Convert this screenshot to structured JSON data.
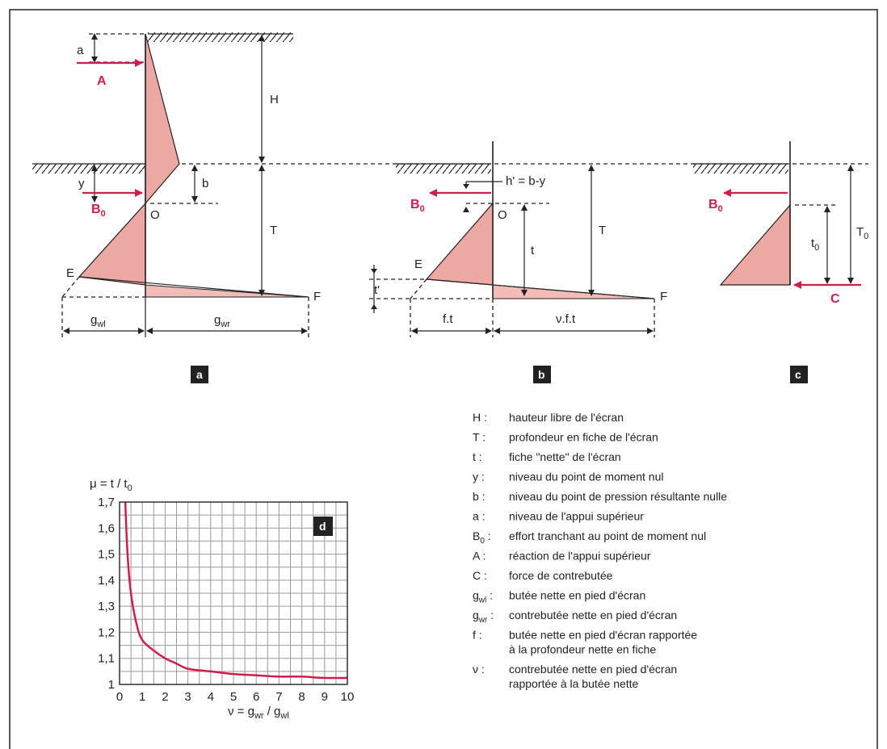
{
  "panel_a": {
    "badge": "a",
    "label_a": "a",
    "label_A": "A",
    "label_H": "H",
    "label_y": "y",
    "label_b": "b",
    "label_B": "B",
    "label_B_sub": "0",
    "label_O": "O",
    "label_T": "T",
    "label_E": "E",
    "label_F": "F",
    "label_gwl": "g",
    "label_gwl_sub": "wl",
    "label_gwr": "g",
    "label_gwr_sub": "wr"
  },
  "panel_b": {
    "badge": "b",
    "label_h": "h' = b-y",
    "label_B": "B",
    "label_B_sub": "0",
    "label_O": "O",
    "label_t": "t",
    "label_T": "T",
    "label_E": "E",
    "label_tprime": "t'",
    "label_F": "F",
    "label_ft": "f.t",
    "label_vft": "ν.f.t"
  },
  "panel_c": {
    "badge": "c",
    "label_B": "B",
    "label_B_sub": "0",
    "label_t0": "t",
    "label_t0_sub": "0",
    "label_T0": "T",
    "label_T0_sub": "0",
    "label_C": "C"
  },
  "panel_d": {
    "badge": "d",
    "ylabel_main": "μ = t / t",
    "ylabel_sub": "0",
    "xlabel_main": "ν = g",
    "xlabel_sub1": "wr",
    "xlabel_mid": " / g",
    "xlabel_sub2": "wl"
  },
  "chart_data": {
    "type": "line",
    "title": "",
    "ylabel": "μ = t / t0",
    "xlabel": "ν = gwr / gwl",
    "xlim": [
      0,
      10
    ],
    "ylim": [
      1,
      1.7
    ],
    "x_ticks": [
      "0",
      "1",
      "2",
      "3",
      "4",
      "5",
      "6",
      "7",
      "8",
      "9",
      "10"
    ],
    "y_ticks": [
      "1",
      "1,1",
      "1,2",
      "1,3",
      "1,4",
      "1,5",
      "1,6",
      "1,7"
    ],
    "grid": true,
    "series": [
      {
        "color": "#cc1f4a",
        "x": [
          0.25,
          0.35,
          0.5,
          0.75,
          1,
          1.5,
          2,
          2.5,
          3,
          4,
          5,
          6,
          7,
          8,
          9,
          10
        ],
        "y": [
          1.7,
          1.5,
          1.35,
          1.23,
          1.17,
          1.13,
          1.1,
          1.08,
          1.06,
          1.05,
          1.04,
          1.035,
          1.03,
          1.03,
          1.025,
          1.025
        ]
      }
    ]
  },
  "legend": [
    {
      "sym": "H :",
      "sub": "",
      "text": "hauteur libre de l'écran"
    },
    {
      "sym": "T :",
      "sub": "",
      "text": "profondeur en fiche de l'écran"
    },
    {
      "sym": "t :",
      "sub": "",
      "text": "fiche \"nette\" de l'écran"
    },
    {
      "sym": "y :",
      "sub": "",
      "text": "niveau du point de moment nul"
    },
    {
      "sym": "b :",
      "sub": "",
      "text": "niveau du point de pression résultante nulle"
    },
    {
      "sym": "a :",
      "sub": "",
      "text": "niveau de l'appui supérieur"
    },
    {
      "sym": "B",
      "sub": "0",
      "post": " :",
      "text": "effort tranchant au point de moment nul"
    },
    {
      "sym": "A :",
      "sub": "",
      "text": "réaction de l'appui supérieur"
    },
    {
      "sym": "C :",
      "sub": "",
      "text": "force de contrebutée"
    },
    {
      "sym": "g",
      "sub": "wl",
      "post": " :",
      "text": "butée nette en pied d'écran"
    },
    {
      "sym": "g",
      "sub": "wr",
      "post": " :",
      "text": "contrebutée nette en pied d'écran"
    },
    {
      "sym": "f :",
      "sub": "",
      "text": "butée nette en pied d'écran rapportée",
      "text2": "à la profondeur nette en fiche"
    },
    {
      "sym": "ν :",
      "sub": "",
      "text": "contrebutée nette en pied d'écran",
      "text2": "rapportée à la butée nette"
    }
  ],
  "colors": {
    "soil_fill": "#eda8a4",
    "arrow_red": "#cc1f4a",
    "badge_bg": "#222222"
  }
}
